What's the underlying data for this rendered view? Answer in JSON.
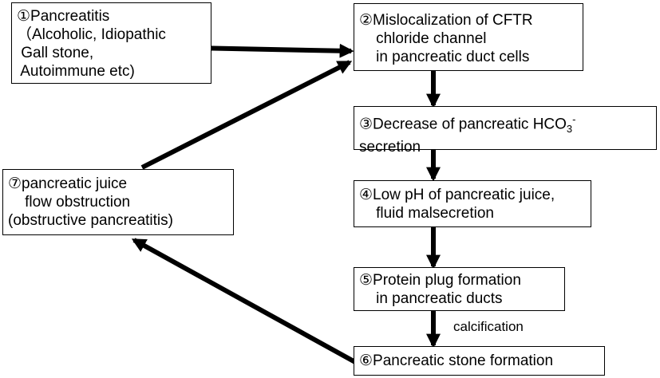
{
  "boxes": {
    "b1": [
      "①Pancreatitis",
      "（Alcoholic, Idiopathic",
      " Gall stone,",
      " Autoimmune etc)"
    ],
    "b2": [
      "②Mislocalization of CFTR",
      "    chloride channel",
      "    in pancreatic duct cells"
    ],
    "b3": {
      "prefix": "③Decrease of pancreatic HCO",
      "sub": "3",
      "sup": "-",
      "line2": "secretion"
    },
    "b4": [
      "④Low pH of pancreatic juice,",
      "    fluid malsecretion"
    ],
    "b5": [
      "⑤Protein plug formation",
      "    in pancreatic ducts"
    ],
    "b6": [
      "⑥Pancreatic stone formation"
    ],
    "b7": [
      "⑦pancreatic juice",
      "    flow obstruction",
      "(obstructive pancreatitis)"
    ]
  },
  "edge_label": "calcification"
}
